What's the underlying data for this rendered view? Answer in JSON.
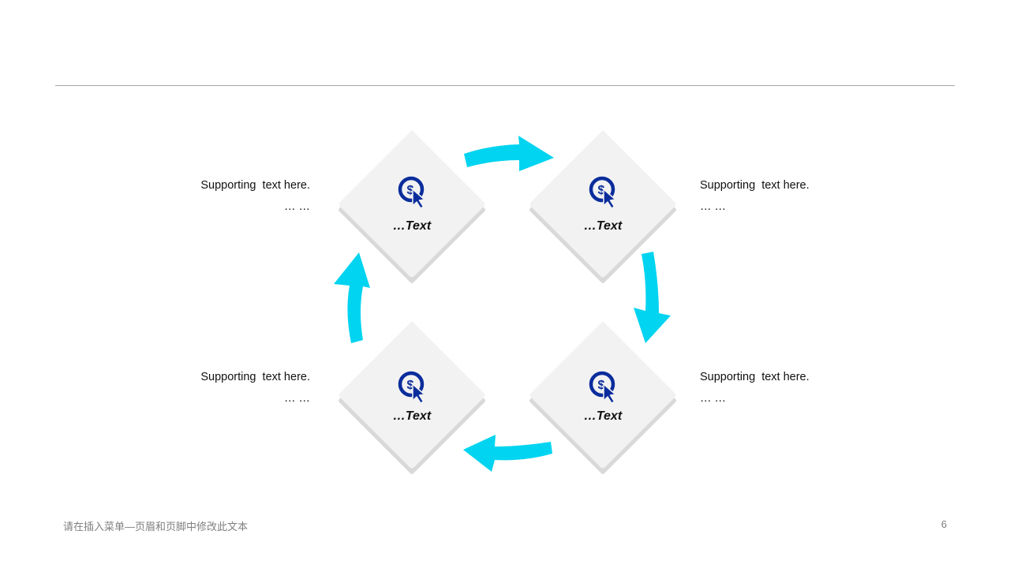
{
  "nodes": [
    {
      "label": "…Text",
      "support": "Supporting  text here.",
      "dots": "… …"
    },
    {
      "label": "…Text",
      "support": "Supporting  text here.",
      "dots": "… …"
    },
    {
      "label": "…Text",
      "support": "Supporting  text here.",
      "dots": "… …"
    },
    {
      "label": "…Text",
      "support": "Supporting  text here.",
      "dots": "… …"
    }
  ],
  "icon_name": "dollar-cursor-icon",
  "colors": {
    "arrow": "#00d4f0",
    "icon": "#0b2d9c",
    "tile": "#f2f2f2",
    "tile_shadow": "#d9d9d9"
  },
  "footer": {
    "text": "请在插入菜单—页眉和页脚中修改此文本",
    "page_number": "6"
  }
}
